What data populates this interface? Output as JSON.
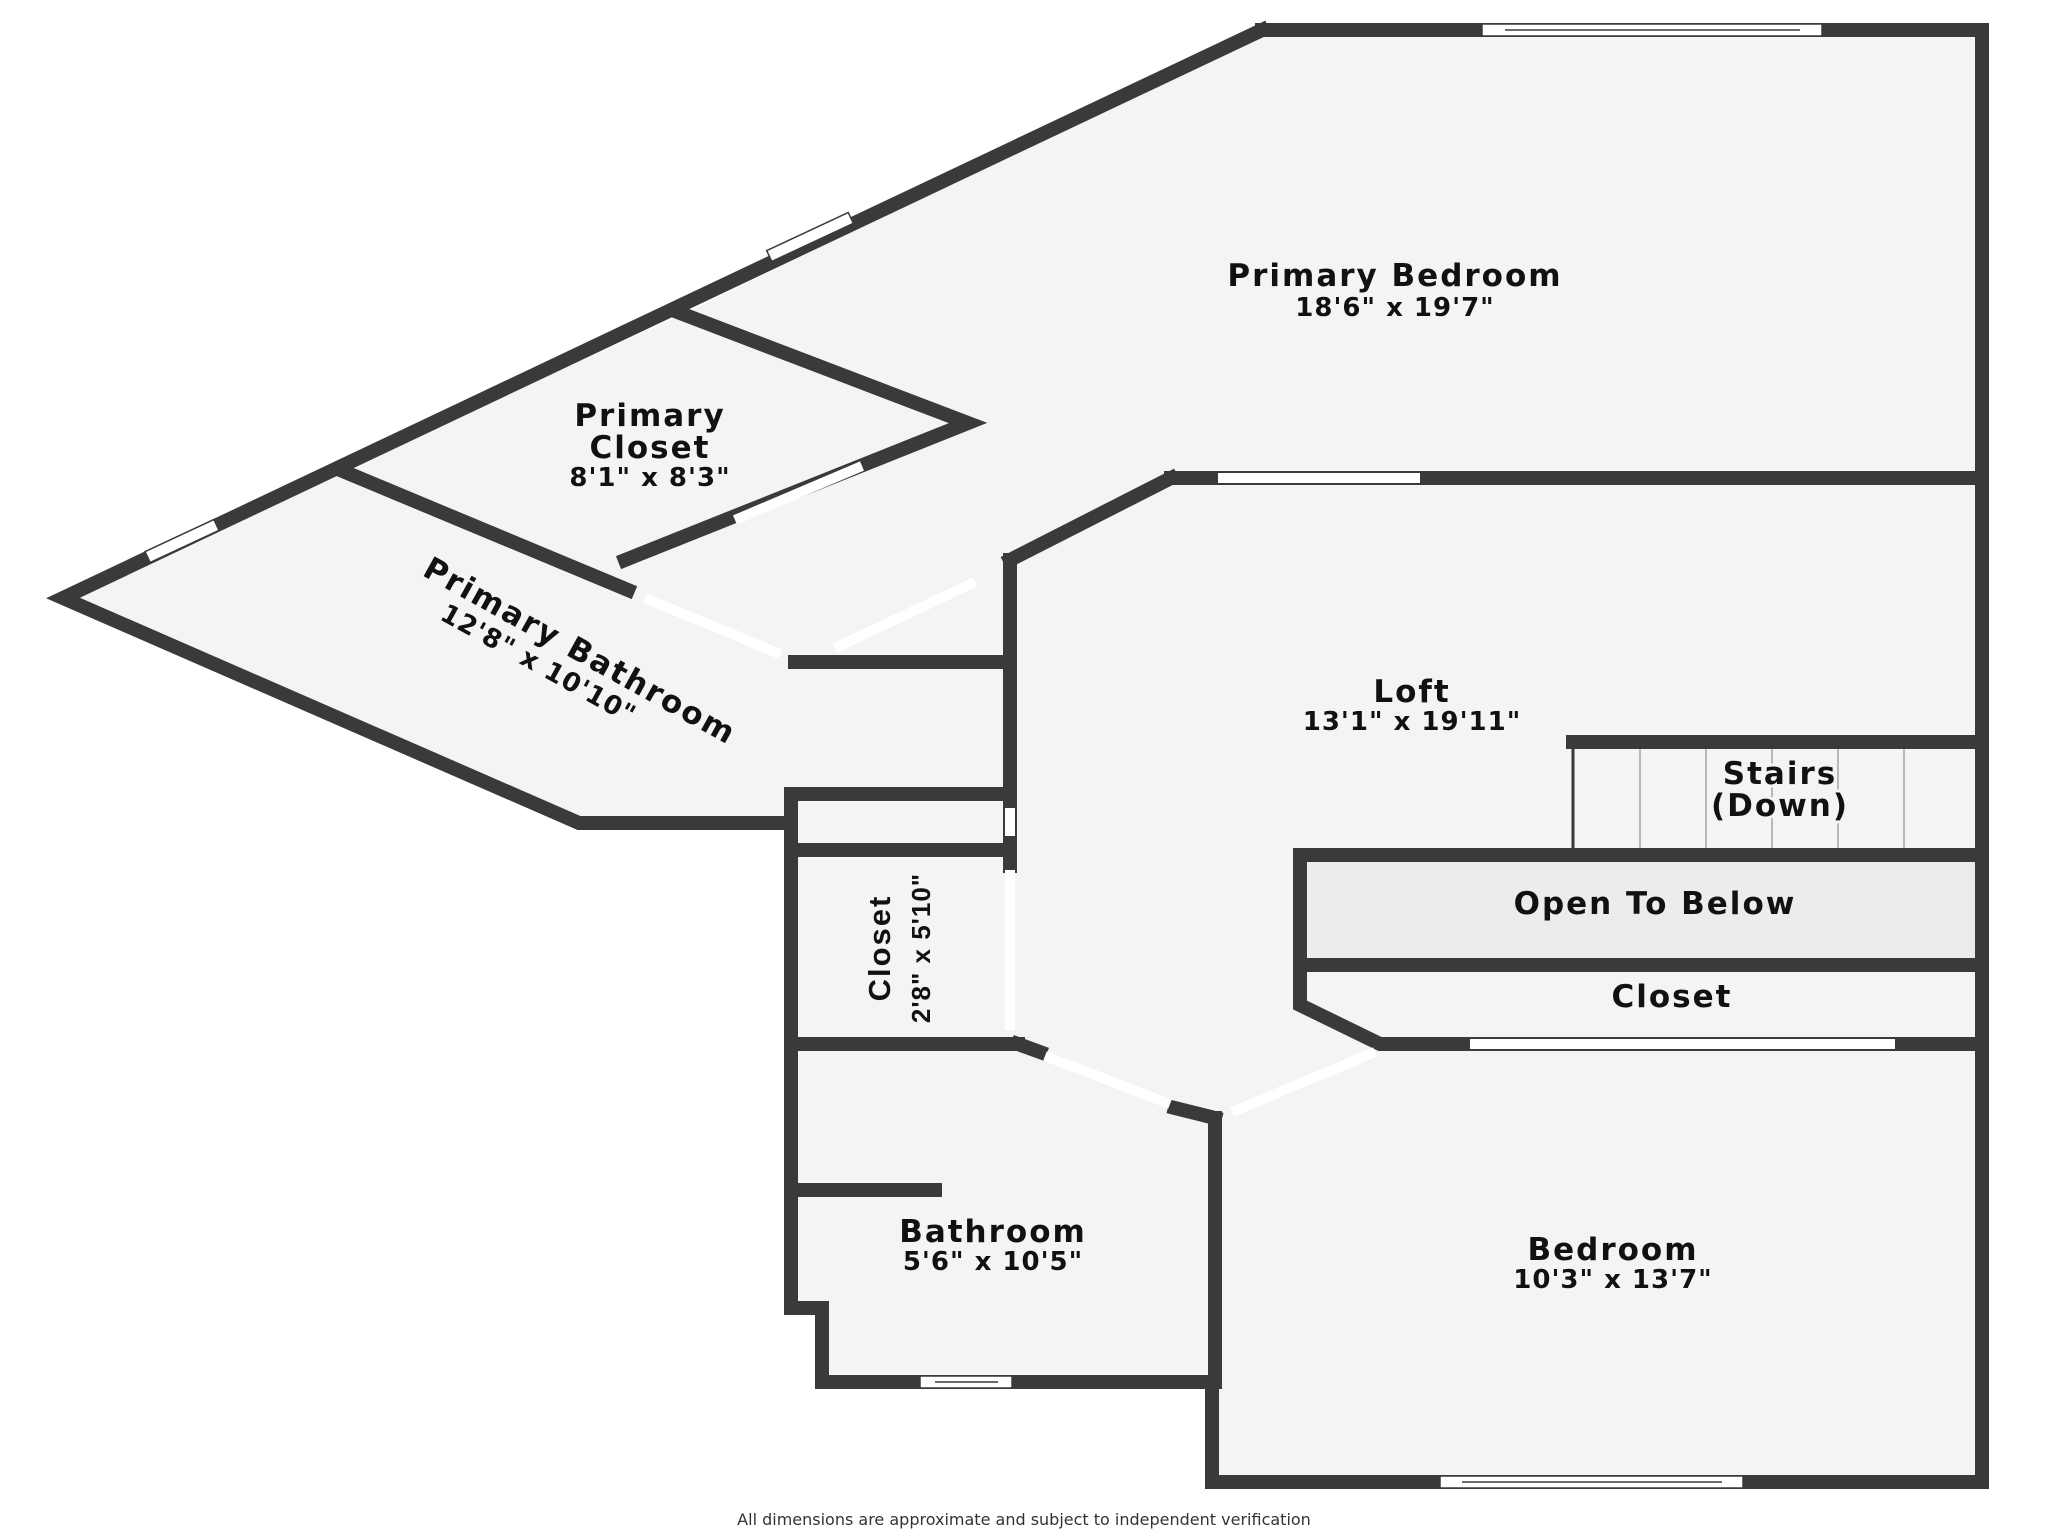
{
  "floorplan": {
    "rooms": [
      {
        "id": "primary-bedroom",
        "name": "Primary Bedroom",
        "dims": "18'6\" x 19'7\""
      },
      {
        "id": "primary-closet",
        "name_line1": "Primary",
        "name_line2": "Closet",
        "dims": "8'1\" x 8'3\""
      },
      {
        "id": "primary-bathroom",
        "name": "Primary Bathroom",
        "dims": "12'8\" x 10'10\""
      },
      {
        "id": "loft",
        "name": "Loft",
        "dims": "13'1\" x 19'11\""
      },
      {
        "id": "stairs",
        "name_line1": "Stairs",
        "name_line2": "(Down)"
      },
      {
        "id": "open-to-below",
        "name": "Open To Below"
      },
      {
        "id": "closet-right",
        "name": "Closet"
      },
      {
        "id": "closet-hall",
        "name": "Closet",
        "dims": "2'8\" x 5'10\""
      },
      {
        "id": "bathroom",
        "name": "Bathroom",
        "dims": "5'6\" x 10'5\""
      },
      {
        "id": "bedroom",
        "name": "Bedroom",
        "dims": "10'3\" x 13'7\""
      }
    ],
    "colors": {
      "wall": "#3a3a3a",
      "floor": "#f4f4f4",
      "open_to_below": "#ececec",
      "background": "#ffffff"
    }
  },
  "footer": {
    "disclaimer": "All dimensions are approximate and subject to independent verification"
  }
}
